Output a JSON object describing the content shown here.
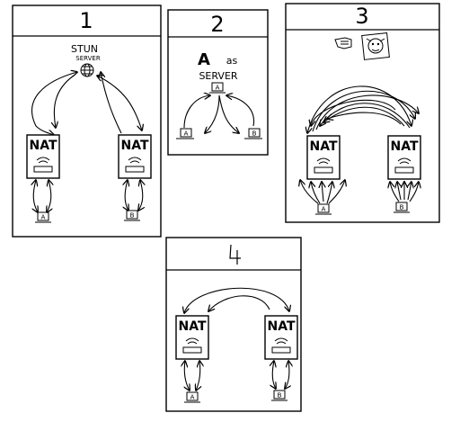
{
  "panels": [
    {
      "id": "p1",
      "number": "1"
    },
    {
      "id": "p2",
      "number": "2"
    },
    {
      "id": "p3",
      "number": "3"
    },
    {
      "id": "p4",
      "number": "4"
    }
  ],
  "panel1": {
    "stun_title": "STUN",
    "stun_subtitle": "SERVER",
    "nat_left": "NAT",
    "nat_right": "NAT",
    "client_a": "A",
    "client_b": "B"
  },
  "panel2": {
    "server_letter": "A",
    "as_text": "as",
    "server_text": "SERVER",
    "client_a_top": "A",
    "client_a": "A",
    "client_b": "B"
  },
  "panel3": {
    "nat_left": "NAT",
    "nat_right": "NAT",
    "client_a": "A",
    "client_b": "B"
  },
  "panel4": {
    "nat_left": "NAT",
    "nat_right": "NAT",
    "client_a": "A",
    "client_b": "B"
  }
}
